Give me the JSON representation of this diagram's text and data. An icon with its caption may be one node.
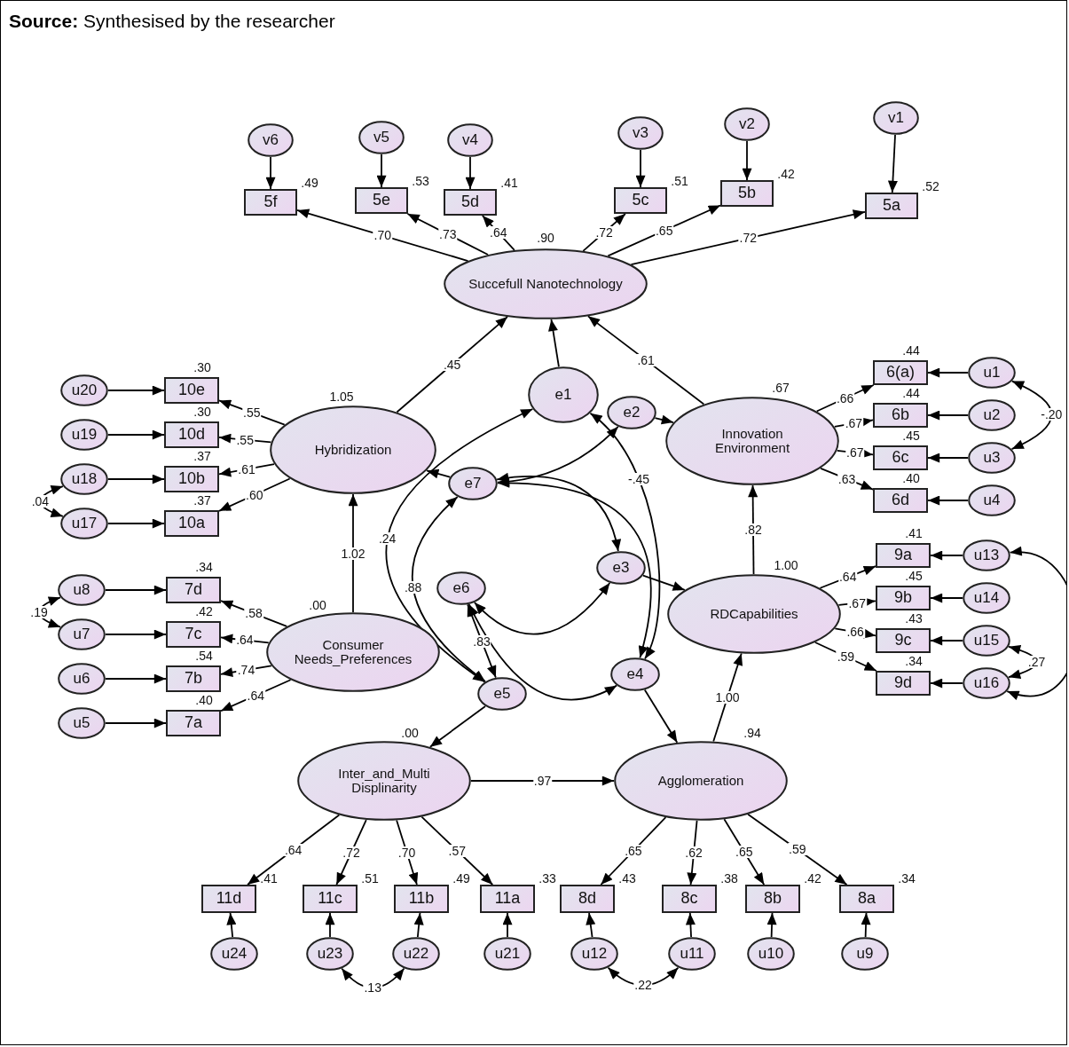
{
  "diagram": {
    "title": "**Source:** Synthesised by the researcher",
    "nodes": [
      {
        "text": [
          "v6"
        ]
      },
      {
        "text": [
          "v5"
        ]
      },
      {
        "text": [
          "v4"
        ]
      },
      {
        "text": [
          "v3"
        ]
      },
      {
        "text": [
          "v2"
        ]
      },
      {
        "text": [
          "v1"
        ]
      },
      {
        "text": [
          "5f"
        ],
        "beside": [
          ".49"
        ]
      },
      {
        "text": [
          "5e"
        ],
        "beside": [
          ".53"
        ]
      },
      {
        "text": [
          "5d"
        ],
        "beside": [
          ".41"
        ]
      },
      {
        "text": [
          "5c"
        ],
        "beside": [
          ".51"
        ]
      },
      {
        "text": [
          "5b"
        ],
        "beside": [
          ".42"
        ]
      },
      {
        "text": [
          "5a"
        ],
        "beside": [
          ".52"
        ]
      },
      {
        "text": [
          "Succefull Nanotechnology"
        ],
        "beside": [
          ".90"
        ]
      },
      {
        "text": [
          "e1"
        ]
      },
      {
        "text": [
          "Hybridization"
        ],
        "beside": [
          "1.05"
        ]
      },
      {
        "text": [
          "Innovation Environment"
        ],
        "beside": [
          ".67"
        ]
      },
      {
        "text": [
          "u20"
        ]
      },
      {
        "text": [
          "u19"
        ]
      },
      {
        "text": [
          "u18"
        ]
      },
      {
        "text": [
          "u17"
        ]
      },
      {
        "text": [
          "10e"
        ],
        "beside": [
          ".30"
        ]
      },
      {
        "text": [
          "10d"
        ],
        "beside": [
          ".30"
        ]
      },
      {
        "text": [
          "10b"
        ],
        "beside": [
          ".37"
        ]
      },
      {
        "text": [
          "10a"
        ],
        "beside": [
          ".37"
        ]
      },
      {
        "text": [
          "6(a)"
        ],
        "beside": [
          ".44"
        ]
      },
      {
        "text": [
          "6b"
        ],
        "beside": [
          ".44"
        ]
      },
      {
        "text": [
          "6c"
        ],
        "beside": [
          ".45"
        ]
      },
      {
        "text": [
          "6d"
        ],
        "beside": [
          ".40"
        ]
      },
      {
        "text": [
          "u1"
        ]
      },
      {
        "text": [
          "u2"
        ]
      },
      {
        "text": [
          "u3"
        ]
      },
      {
        "text": [
          "u4"
        ]
      },
      {
        "text": [
          "e2"
        ]
      },
      {
        "text": [
          "e7"
        ]
      },
      {
        "text": [
          "e6"
        ]
      },
      {
        "text": [
          "e3"
        ]
      },
      {
        "text": [
          "e4"
        ]
      },
      {
        "text": [
          "e5"
        ]
      },
      {
        "text": [
          "Consumer Needs_Preferences"
        ],
        "beside": [
          ".00"
        ]
      },
      {
        "text": [
          "RDCapabilities"
        ],
        "beside": [
          "1.00"
        ]
      },
      {
        "text": [
          "u8"
        ]
      },
      {
        "text": [
          "u7"
        ]
      },
      {
        "text": [
          "u6"
        ]
      },
      {
        "text": [
          "u5"
        ]
      },
      {
        "text": [
          "7d"
        ],
        "beside": [
          ".34"
        ]
      },
      {
        "text": [
          "7c"
        ],
        "beside": [
          ".42"
        ]
      },
      {
        "text": [
          "7b"
        ],
        "beside": [
          ".54"
        ]
      },
      {
        "text": [
          "7a"
        ],
        "beside": [
          ".40"
        ]
      },
      {
        "text": [
          "9a"
        ],
        "beside": [
          ".41"
        ]
      },
      {
        "text": [
          "9b"
        ],
        "beside": [
          ".45"
        ]
      },
      {
        "text": [
          "9c"
        ],
        "beside": [
          ".43"
        ]
      },
      {
        "text": [
          "9d"
        ],
        "beside": [
          ".34"
        ]
      },
      {
        "text": [
          "u13"
        ]
      },
      {
        "text": [
          "u14"
        ]
      },
      {
        "text": [
          "u15"
        ]
      },
      {
        "text": [
          "u16"
        ]
      },
      {
        "text": [
          "Inter_and_Multi Displinarity"
        ],
        "beside": [
          ".00"
        ]
      },
      {
        "text": [
          "Agglomeration"
        ],
        "beside": [
          ".94"
        ]
      },
      {
        "text": [
          "11d"
        ],
        "beside": [
          ".41"
        ]
      },
      {
        "text": [
          "11c"
        ],
        "beside": [
          ".51"
        ]
      },
      {
        "text": [
          "11b"
        ],
        "beside": [
          ".49"
        ]
      },
      {
        "text": [
          "11a"
        ],
        "beside": [
          ".33"
        ]
      },
      {
        "text": [
          "8d"
        ],
        "beside": [
          ".43"
        ]
      },
      {
        "text": [
          "8c"
        ],
        "beside": [
          ".38"
        ]
      },
      {
        "text": [
          "8b"
        ],
        "beside": [
          ".42"
        ]
      },
      {
        "text": [
          "8a"
        ],
        "beside": [
          ".34"
        ]
      },
      {
        "text": [
          "u24"
        ]
      },
      {
        "text": [
          "u23"
        ]
      },
      {
        "text": [
          "u22"
        ]
      },
      {
        "text": [
          "u21"
        ]
      },
      {
        "text": [
          "u12"
        ]
      },
      {
        "text": [
          "u11"
        ]
      },
      {
        "text": [
          "u10"
        ]
      },
      {
        "text": [
          "u9"
        ]
      }
    ],
    "edges": [
      {
        "from": 0,
        "to": 6,
        "arrow": "to"
      },
      {
        "from": 1,
        "to": 7,
        "arrow": "to"
      },
      {
        "from": 2,
        "to": 8,
        "arrow": "to"
      },
      {
        "from": 3,
        "to": 9,
        "arrow": "to"
      },
      {
        "from": 4,
        "to": 10,
        "arrow": "to"
      },
      {
        "from": 5,
        "to": 11,
        "arrow": "to"
      },
      {
        "from": 12,
        "to": 6,
        "arrow": "to",
        "label": ".70"
      },
      {
        "from": 12,
        "to": 7,
        "arrow": "to",
        "label": ".73"
      },
      {
        "from": 12,
        "to": 8,
        "arrow": "to",
        "label": ".64"
      },
      {
        "from": 12,
        "to": 9,
        "arrow": "to",
        "label": ".72"
      },
      {
        "from": 12,
        "to": 10,
        "arrow": "to",
        "label": ".65"
      },
      {
        "from": 12,
        "to": 11,
        "arrow": "to",
        "label": ".72"
      },
      {
        "from": 14,
        "to": 12,
        "arrow": "to",
        "label": ".45"
      },
      {
        "from": 13,
        "to": 12,
        "arrow": "to"
      },
      {
        "from": 15,
        "to": 12,
        "arrow": "to",
        "label": ".61"
      },
      {
        "from": 16,
        "to": 20,
        "arrow": "to"
      },
      {
        "from": 17,
        "to": 21,
        "arrow": "to"
      },
      {
        "from": 18,
        "to": 22,
        "arrow": "to"
      },
      {
        "from": 19,
        "to": 23,
        "arrow": "to"
      },
      {
        "from": 14,
        "to": 20,
        "arrow": "to",
        "label": ".55"
      },
      {
        "from": 14,
        "to": 21,
        "arrow": "to",
        "label": ".55"
      },
      {
        "from": 14,
        "to": 22,
        "arrow": "to",
        "label": ".61"
      },
      {
        "from": 14,
        "to": 23,
        "arrow": "to",
        "label": ".60"
      },
      {
        "from": 19,
        "to": 18,
        "arrow": "both",
        "label": ".04"
      },
      {
        "from": 15,
        "to": 24,
        "arrow": "to",
        "label": ".66"
      },
      {
        "from": 15,
        "to": 25,
        "arrow": "to",
        "label": ".67"
      },
      {
        "from": 15,
        "to": 26,
        "arrow": "to",
        "label": ".67"
      },
      {
        "from": 15,
        "to": 27,
        "arrow": "to",
        "label": ".63"
      },
      {
        "from": 28,
        "to": 24,
        "arrow": "to"
      },
      {
        "from": 29,
        "to": 25,
        "arrow": "to"
      },
      {
        "from": 30,
        "to": 26,
        "arrow": "to"
      },
      {
        "from": 31,
        "to": 27,
        "arrow": "to"
      },
      {
        "from": 28,
        "to": 30,
        "arrow": "both",
        "label": "-.20"
      },
      {
        "from": 32,
        "to": 15,
        "arrow": "to"
      },
      {
        "from": 33,
        "to": 14,
        "arrow": "to"
      },
      {
        "from": 38,
        "to": 14,
        "arrow": "to",
        "label": "1.02"
      },
      {
        "from": 13,
        "to": 37,
        "arrow": "both",
        "label": ".24"
      },
      {
        "from": 13,
        "to": 36,
        "arrow": "both",
        "label": "-.45"
      },
      {
        "from": 33,
        "to": 32,
        "arrow": "both"
      },
      {
        "from": 33,
        "to": 35,
        "arrow": "both"
      },
      {
        "from": 33,
        "to": 36,
        "arrow": "both"
      },
      {
        "from": 33,
        "to": 37,
        "arrow": "both",
        "label": ".88"
      },
      {
        "from": 34,
        "to": 35,
        "arrow": "both"
      },
      {
        "from": 34,
        "to": 36,
        "arrow": "both"
      },
      {
        "from": 34,
        "to": 37,
        "arrow": "both",
        "label": ".83"
      },
      {
        "from": 35,
        "to": 39,
        "arrow": "to"
      },
      {
        "from": 39,
        "to": 15,
        "arrow": "to",
        "label": ".82"
      },
      {
        "from": 40,
        "to": 44,
        "arrow": "to"
      },
      {
        "from": 41,
        "to": 45,
        "arrow": "to"
      },
      {
        "from": 42,
        "to": 46,
        "arrow": "to"
      },
      {
        "from": 43,
        "to": 47,
        "arrow": "to"
      },
      {
        "from": 41,
        "to": 40,
        "arrow": "both",
        "label": ".19"
      },
      {
        "from": 38,
        "to": 44,
        "arrow": "to",
        "label": ".58"
      },
      {
        "from": 38,
        "to": 45,
        "arrow": "to",
        "label": ".64"
      },
      {
        "from": 38,
        "to": 46,
        "arrow": "to",
        "label": ".74"
      },
      {
        "from": 38,
        "to": 47,
        "arrow": "to",
        "label": ".64"
      },
      {
        "from": 39,
        "to": 48,
        "arrow": "to",
        "label": ".64"
      },
      {
        "from": 39,
        "to": 49,
        "arrow": "to",
        "label": ".67"
      },
      {
        "from": 39,
        "to": 50,
        "arrow": "to",
        "label": ".66"
      },
      {
        "from": 39,
        "to": 51,
        "arrow": "to",
        "label": ".59"
      },
      {
        "from": 52,
        "to": 48,
        "arrow": "to"
      },
      {
        "from": 53,
        "to": 49,
        "arrow": "to"
      },
      {
        "from": 54,
        "to": 50,
        "arrow": "to"
      },
      {
        "from": 55,
        "to": 51,
        "arrow": "to"
      },
      {
        "from": 52,
        "to": 55,
        "arrow": "both"
      },
      {
        "from": 54,
        "to": 55,
        "arrow": "both",
        "label": ".27"
      },
      {
        "from": 37,
        "to": 56,
        "arrow": "to"
      },
      {
        "from": 36,
        "to": 57,
        "arrow": "to"
      },
      {
        "from": 57,
        "to": 39,
        "arrow": "to",
        "label": "1.00"
      },
      {
        "from": 56,
        "to": 57,
        "arrow": "to",
        "label": ".97"
      },
      {
        "from": 56,
        "to": 58,
        "arrow": "to",
        "label": ".64"
      },
      {
        "from": 56,
        "to": 59,
        "arrow": "to",
        "label": ".72"
      },
      {
        "from": 56,
        "to": 60,
        "arrow": "to",
        "label": ".70"
      },
      {
        "from": 56,
        "to": 61,
        "arrow": "to",
        "label": ".57"
      },
      {
        "from": 57,
        "to": 62,
        "arrow": "to",
        "label": ".65"
      },
      {
        "from": 57,
        "to": 63,
        "arrow": "to",
        "label": ".62"
      },
      {
        "from": 57,
        "to": 64,
        "arrow": "to",
        "label": ".65"
      },
      {
        "from": 57,
        "to": 65,
        "arrow": "to",
        "label": ".59"
      },
      {
        "from": 66,
        "to": 58,
        "arrow": "to"
      },
      {
        "from": 67,
        "to": 59,
        "arrow": "to"
      },
      {
        "from": 68,
        "to": 60,
        "arrow": "to"
      },
      {
        "from": 69,
        "to": 61,
        "arrow": "to"
      },
      {
        "from": 67,
        "to": 68,
        "arrow": "both",
        "label": ".13"
      },
      {
        "from": 70,
        "to": 62,
        "arrow": "to"
      },
      {
        "from": 71,
        "to": 63,
        "arrow": "to"
      },
      {
        "from": 72,
        "to": 64,
        "arrow": "to"
      },
      {
        "from": 73,
        "to": 65,
        "arrow": "to"
      },
      {
        "from": 70,
        "to": 71,
        "arrow": "both",
        "label": ".22"
      }
    ]
  }
}
